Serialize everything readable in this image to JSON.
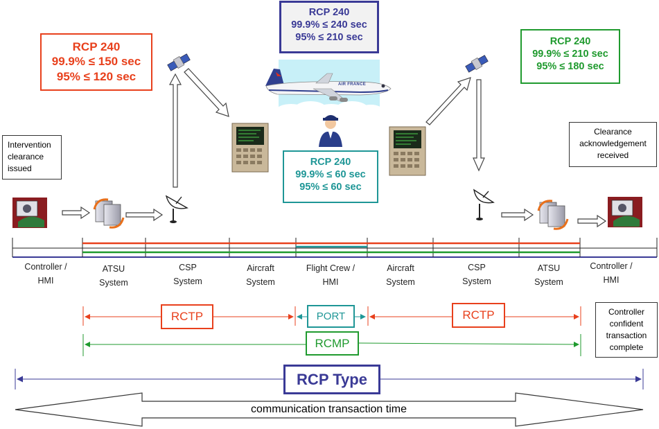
{
  "rcp_boxes": {
    "left": {
      "title": "RCP 240",
      "line1": "99.9% ≤ 150 sec",
      "line2": "95% ≤ 120 sec",
      "color": "#e8401c"
    },
    "center": {
      "title": "RCP 240",
      "line1": "99.9% ≤ 240 sec",
      "line2": "95% ≤ 210 sec",
      "color": "#3a3a96"
    },
    "crew": {
      "title": "RCP 240",
      "line1": "99.9% ≤ 60 sec",
      "line2": "95% ≤ 60 sec",
      "color": "#1e9696"
    },
    "right": {
      "title": "RCP 240",
      "line1": "99.9% ≤ 210 sec",
      "line2": "95% ≤ 180 sec",
      "color": "#1f9a2e"
    }
  },
  "notes": {
    "start": {
      "lines": [
        "Intervention",
        "clearance",
        "issued"
      ]
    },
    "ack": {
      "lines": [
        "Clearance",
        "acknowledgement",
        "received"
      ]
    },
    "complete": {
      "lines": [
        "Controller",
        "confident",
        "transaction",
        "complete"
      ]
    }
  },
  "aircraft_livery": "AIR FRANCE",
  "segments": [
    {
      "line1": "Controller /",
      "line2": "HMI"
    },
    {
      "line1": "ATSU",
      "line2": "System"
    },
    {
      "line1": "CSP",
      "line2": "System"
    },
    {
      "line1": "Aircraft",
      "line2": "System"
    },
    {
      "line1": "Flight Crew /",
      "line2": "HMI"
    },
    {
      "line1": "Aircraft",
      "line2": "System"
    },
    {
      "line1": "CSP",
      "line2": "System"
    },
    {
      "line1": "ATSU",
      "line2": "System"
    },
    {
      "line1": "Controller /",
      "line2": "HMI"
    }
  ],
  "tags": {
    "rctp_left": "RCTP",
    "port": "PORT",
    "rctp_right": "RCTP",
    "rcmp": "RCMP",
    "rcp_type": "RCP Type"
  },
  "timeline_caption": "communication transaction time",
  "colors": {
    "red": "#e8401c",
    "teal": "#1e9696",
    "green": "#1f9a2e",
    "navy": "#3a3a96",
    "sky": "#c8f0f8"
  },
  "icons": [
    "controller-workstation-icon",
    "atsu-server-icon",
    "satellite-icon",
    "dish-antenna-icon",
    "fms-terminal-icon",
    "airplane-icon",
    "pilot-icon"
  ]
}
